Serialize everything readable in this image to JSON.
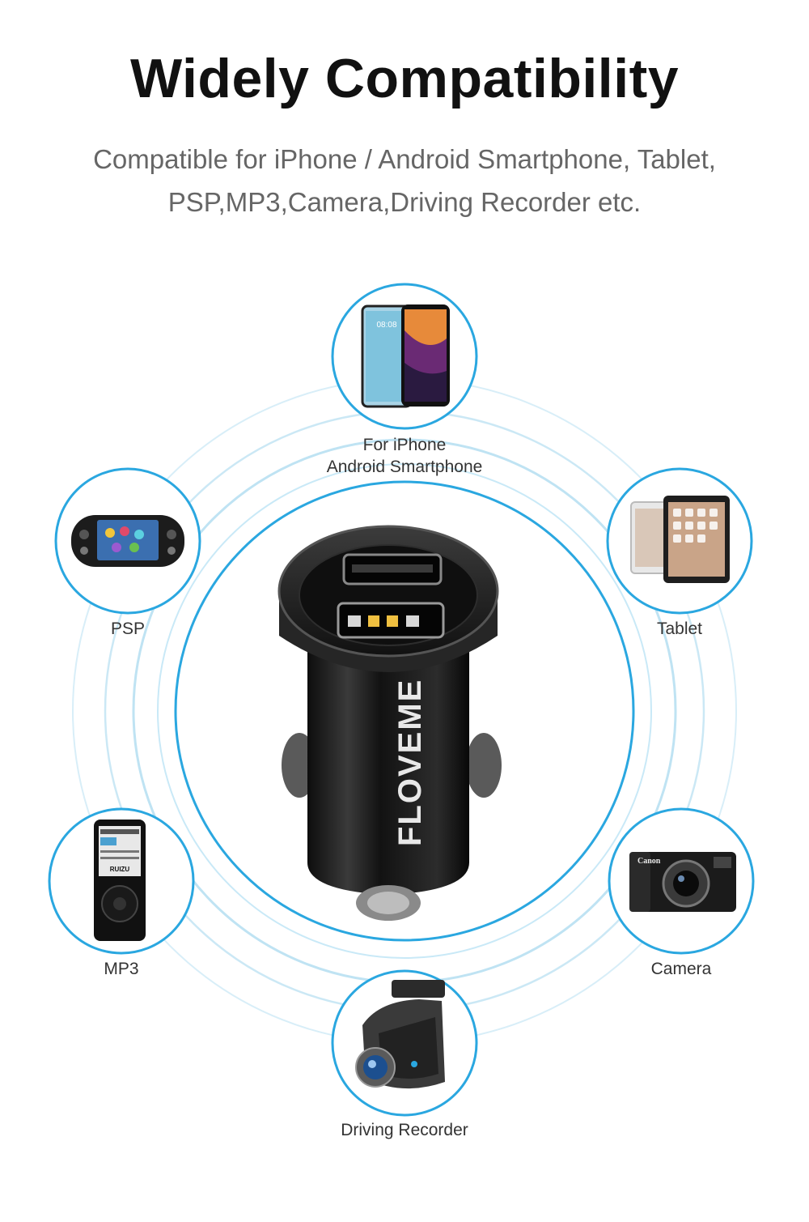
{
  "header": {
    "title": "Widely Compatibility",
    "subtitle_line1": "Compatible for iPhone / Android Smartphone, Tablet,",
    "subtitle_line2": "PSP,MP3,Camera,Driving Recorder etc."
  },
  "product": {
    "brand": "FLOVEME",
    "icon": "car-charger-icon"
  },
  "devices": {
    "phone": {
      "line1": "For iPhone",
      "line2": "Android Smartphone",
      "icon": "smartphone-icon",
      "clock": "08:08"
    },
    "psp": {
      "label": "PSP",
      "icon": "handheld-console-icon"
    },
    "tablet": {
      "label": "Tablet",
      "icon": "tablet-icon"
    },
    "mp3": {
      "label": "MP3",
      "icon": "mp3-player-icon",
      "brand": "RUIZU"
    },
    "camera": {
      "label": "Camera",
      "icon": "camera-icon",
      "brand": "Canon"
    },
    "recorder": {
      "label": "Driving Recorder",
      "icon": "dashcam-icon"
    }
  },
  "colors": {
    "ring": "#2aa7e0",
    "ring_faint": "#bfe3f3",
    "title": "#111111",
    "subtitle": "#666666"
  }
}
